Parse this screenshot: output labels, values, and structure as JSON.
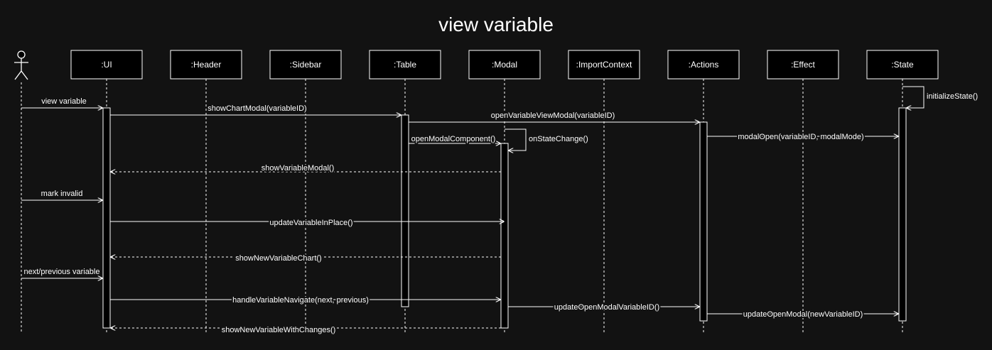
{
  "title": "view variable",
  "actor": {
    "label": ""
  },
  "participants": [
    {
      "id": "ui",
      "label": ":UI"
    },
    {
      "id": "header",
      "label": ":Header"
    },
    {
      "id": "sidebar",
      "label": ":Sidebar"
    },
    {
      "id": "table",
      "label": ":Table"
    },
    {
      "id": "modal",
      "label": ":Modal"
    },
    {
      "id": "importcontext",
      "label": ":ImportContext"
    },
    {
      "id": "actions",
      "label": ":Actions"
    },
    {
      "id": "effect",
      "label": ":Effect"
    },
    {
      "id": "state",
      "label": ":State"
    }
  ],
  "messages": [
    {
      "from": "state",
      "to": "state",
      "label": "initializeState()",
      "style": "solid"
    },
    {
      "from": "user",
      "to": "ui",
      "label": "view variable",
      "style": "solid"
    },
    {
      "from": "ui",
      "to": "table",
      "label": "showChartModal(variableID)",
      "style": "solid"
    },
    {
      "from": "table",
      "to": "actions",
      "label": "openVariableViewModal(variableID)",
      "style": "solid"
    },
    {
      "from": "table",
      "to": "modal",
      "label": "openModalComponent()",
      "style": "solid"
    },
    {
      "from": "modal",
      "to": "modal",
      "label": "onStateChange()",
      "style": "solid"
    },
    {
      "from": "actions",
      "to": "state",
      "label": "modalOpen(variableID, modalMode)",
      "style": "solid"
    },
    {
      "from": "modal",
      "to": "ui",
      "label": "showVariableModal()",
      "style": "dashed"
    },
    {
      "from": "user",
      "to": "ui",
      "label": "mark invalid",
      "style": "solid"
    },
    {
      "from": "ui",
      "to": "modal",
      "label": "updateVariableInPlace()",
      "style": "solid"
    },
    {
      "from": "modal",
      "to": "ui",
      "label": "showNewVariableChart()",
      "style": "dashed"
    },
    {
      "from": "user",
      "to": "ui",
      "label": "next/previous variable",
      "style": "solid"
    },
    {
      "from": "ui",
      "to": "modal",
      "label": "handleVariableNavigate(next, previous)",
      "style": "solid"
    },
    {
      "from": "modal",
      "to": "actions",
      "label": "updateOpenModalVariableID()",
      "style": "solid"
    },
    {
      "from": "actions",
      "to": "state",
      "label": "updateOpenModal(newVariableID)",
      "style": "solid"
    },
    {
      "from": "modal",
      "to": "ui",
      "label": "showNewVariableWithChanges()",
      "style": "dashed"
    }
  ],
  "colors": {
    "background": "#121212",
    "stroke": "#ffffff",
    "participant_fill": "#000000"
  }
}
